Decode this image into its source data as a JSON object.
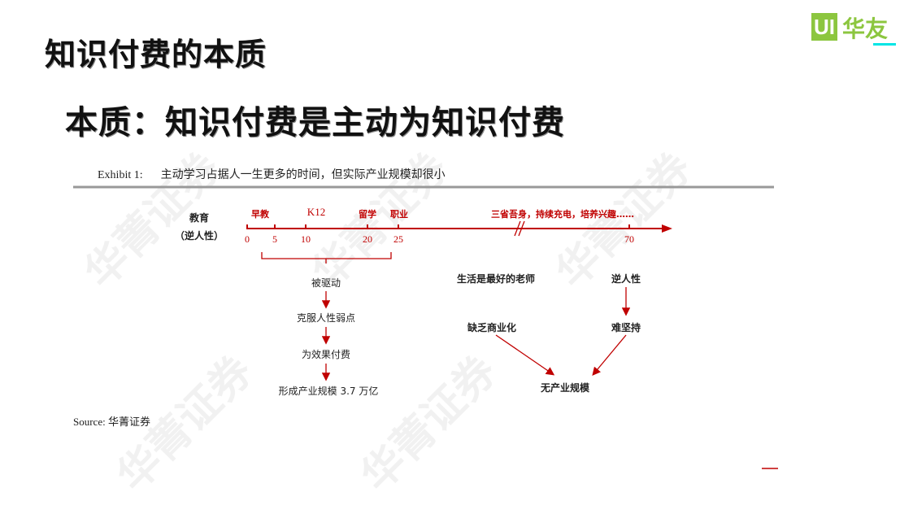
{
  "slide": {
    "title": "知识付费的本质",
    "subtitle": "本质：知识付费是主动为知识付费",
    "logo_text": "UI 华友"
  },
  "exhibit": {
    "label": "Exhibit 1:",
    "caption": "主动学习占据人一生更多的时间，但实际产业规模却很小",
    "source": "Source: 华菁证券",
    "watermark": "华菁证券"
  },
  "timeline": {
    "axis_label_1": "教育",
    "axis_label_2": "（逆人性）",
    "stages": [
      "早教",
      "K12",
      "留学",
      "职业"
    ],
    "later_stage": "三省吾身，持续充电，培养兴趣……",
    "ticks": [
      "0",
      "5",
      "10",
      "20",
      "25",
      "70"
    ]
  },
  "left_chain": [
    "被驱动",
    "克服人性弱点",
    "为效果付费",
    "形成产业规模 3.7 万亿"
  ],
  "right_tree": {
    "top_left": "生活是最好的老师",
    "top_right": "逆人性",
    "mid_left": "缺乏商业化",
    "mid_right": "难坚持",
    "bottom": "无产业规模"
  },
  "colors": {
    "accent": "#c00000",
    "logo_green": "#8cc63f"
  }
}
